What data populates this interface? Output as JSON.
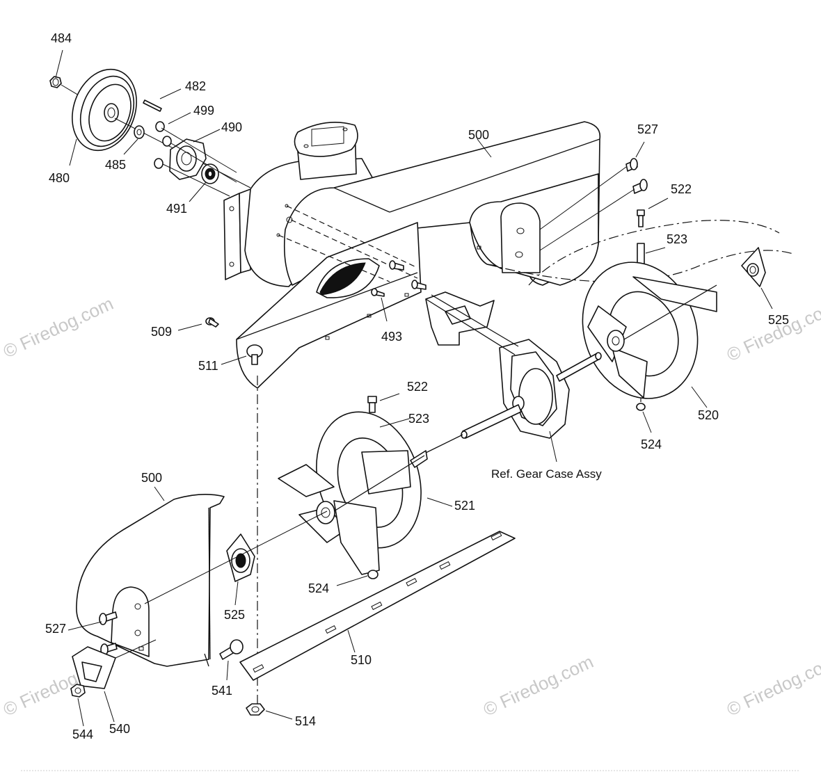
{
  "labels": {
    "p484": "484",
    "p482": "482",
    "p499": "499",
    "p490": "490",
    "p485": "485",
    "p480": "480",
    "p491": "491",
    "p500a": "500",
    "p527a": "527",
    "p522a": "522",
    "p523a": "523",
    "p525a": "525",
    "p520": "520",
    "p524a": "524",
    "p509": "509",
    "p511": "511",
    "p493": "493",
    "p522b": "522",
    "p523b": "523",
    "p521": "521",
    "p524b": "524",
    "p500b": "500",
    "p527b": "527",
    "p525b": "525",
    "p541": "541",
    "p510": "510",
    "p514": "514",
    "p544": "544",
    "p540": "540"
  },
  "reference_text": "Ref. Gear Case Assy",
  "watermark_text": "© Firedog.com"
}
